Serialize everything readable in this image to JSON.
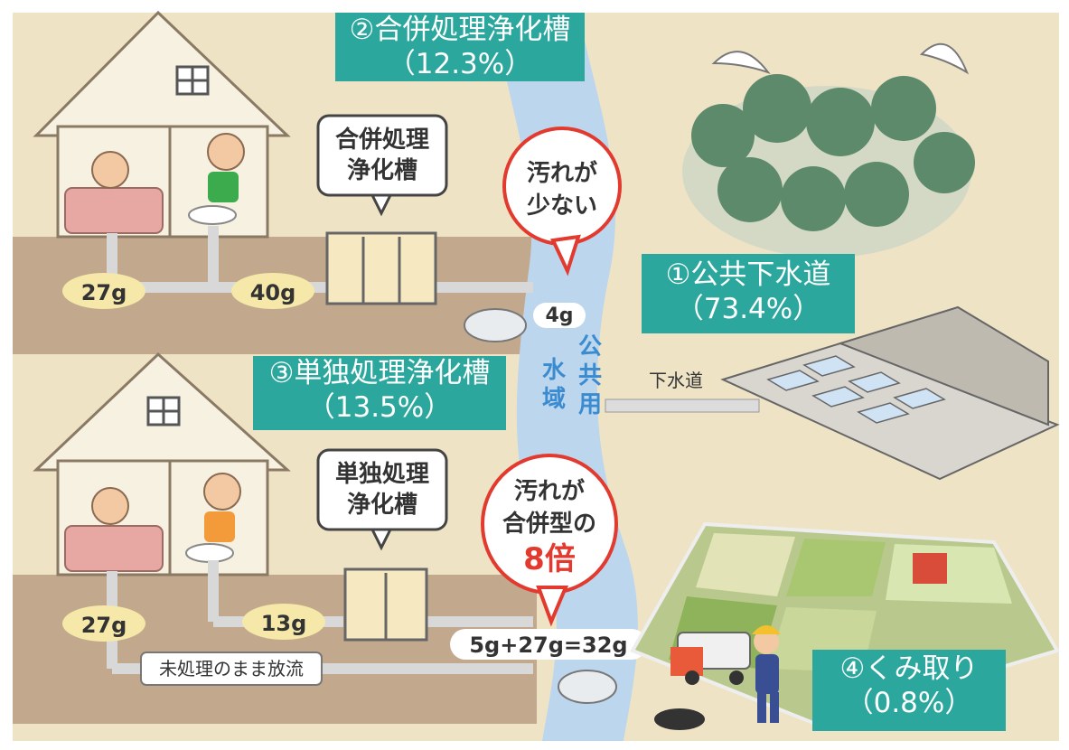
{
  "callouts": {
    "combined": {
      "title": "②合併処理浄化槽",
      "pct": "（12.3%）"
    },
    "sewer": {
      "title": "①公共下水道",
      "pct": "（73.4%）"
    },
    "single": {
      "title": "③単独処理浄化槽",
      "pct": "（13.5%）"
    },
    "pickup": {
      "title": "④くみ取り",
      "pct": "（0.8%）"
    }
  },
  "tank_labels": {
    "combined_line1": "合併処理",
    "combined_line2": "浄化槽",
    "single_line1": "単独処理",
    "single_line2": "浄化槽"
  },
  "bubbles": {
    "top_line1": "汚れが",
    "top_line2": "少ない",
    "bottom_line1": "汚れが",
    "bottom_line2": "合併型の",
    "bottom_line3": "8倍"
  },
  "amounts": {
    "top_bath": "27g",
    "top_toilet": "40g",
    "top_out": "4g",
    "bottom_bath": "27g",
    "bottom_toilet": "13g",
    "bottom_out": "5g+27g=32g"
  },
  "labels": {
    "public_water_1": "公",
    "public_water_2": "共",
    "public_water_3": "用",
    "public_water_4": "水",
    "public_water_5": "域",
    "sewer_line": "下水道",
    "untreated": "未処理のまま放流"
  },
  "colors": {
    "callout": "#2ba79d",
    "background": "#efe3c6",
    "ground": "#c2a88d",
    "river": "#bcd6ee",
    "bubble_red": "#e23a2e",
    "forest": "#5d8a6a"
  }
}
